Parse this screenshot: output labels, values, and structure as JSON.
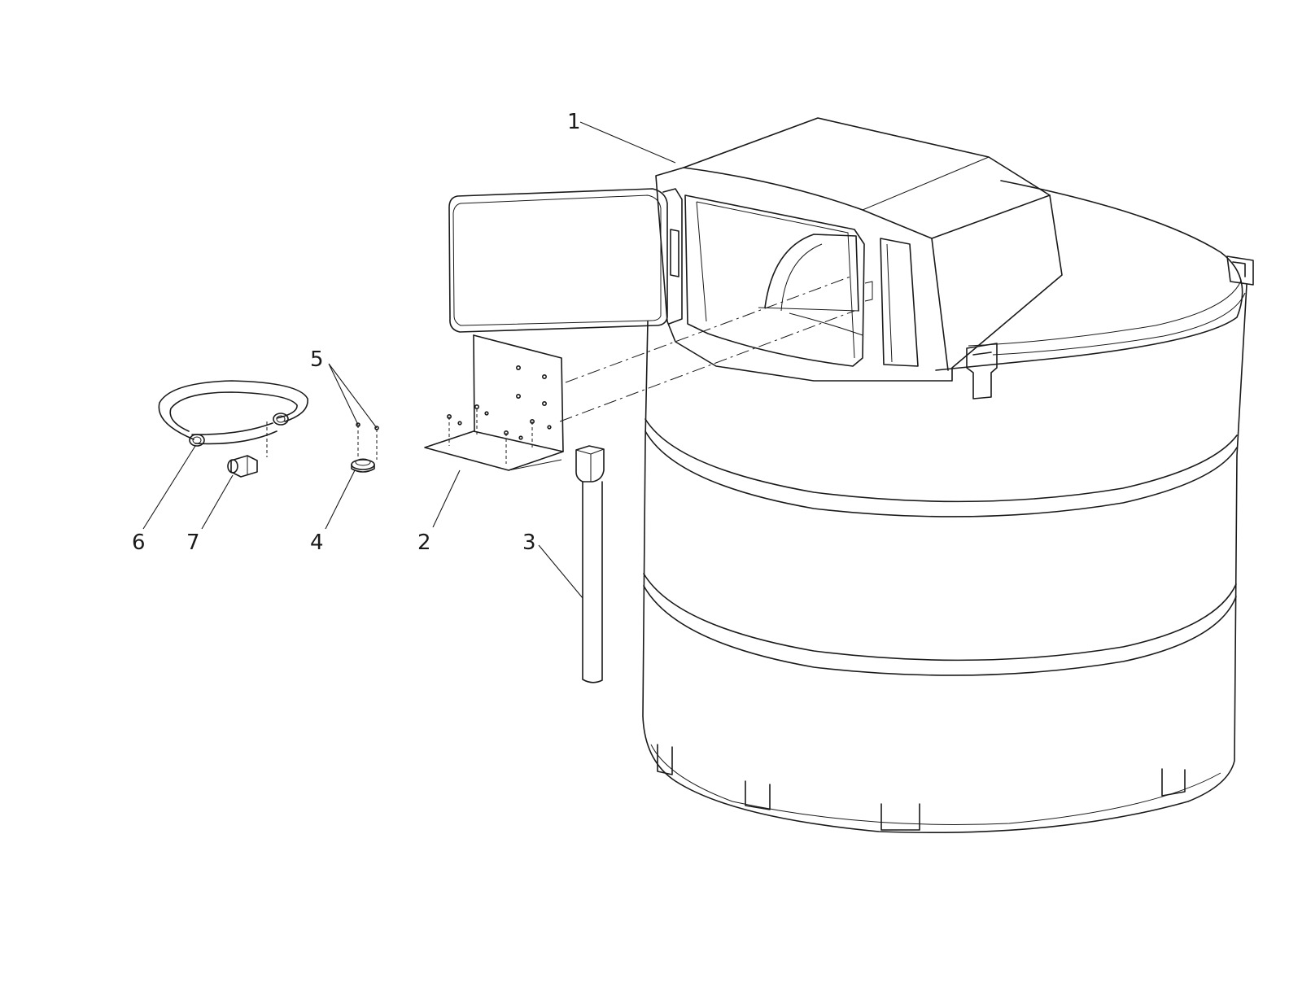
{
  "callouts": [
    {
      "id": "callout-1",
      "label": "1"
    },
    {
      "id": "callout-2",
      "label": "2"
    },
    {
      "id": "callout-3",
      "label": "3"
    },
    {
      "id": "callout-4",
      "label": "4"
    },
    {
      "id": "callout-5",
      "label": "5"
    },
    {
      "id": "callout-6",
      "label": "6"
    },
    {
      "id": "callout-7",
      "label": "7"
    }
  ]
}
